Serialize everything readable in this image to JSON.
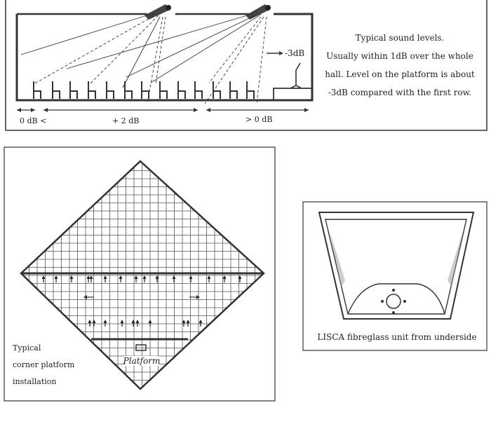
{
  "section_hall": {
    "caption_lines": [
      "Typical sound levels.",
      "Usually within 1dB over the whole",
      "hall. Level on the platform is about",
      "-3dB compared with the first row."
    ],
    "level_labels": {
      "first_row": "0 dB <",
      "middle": "+ 2 dB",
      "rear": "> 0 dB",
      "platform": "-3dB"
    }
  },
  "section_platform": {
    "caption_lines": [
      "Typical",
      "corner platform",
      "installation"
    ],
    "platform_label": "Platform"
  },
  "section_unit": {
    "caption": "LISCA  fibreglass unit from underside"
  }
}
